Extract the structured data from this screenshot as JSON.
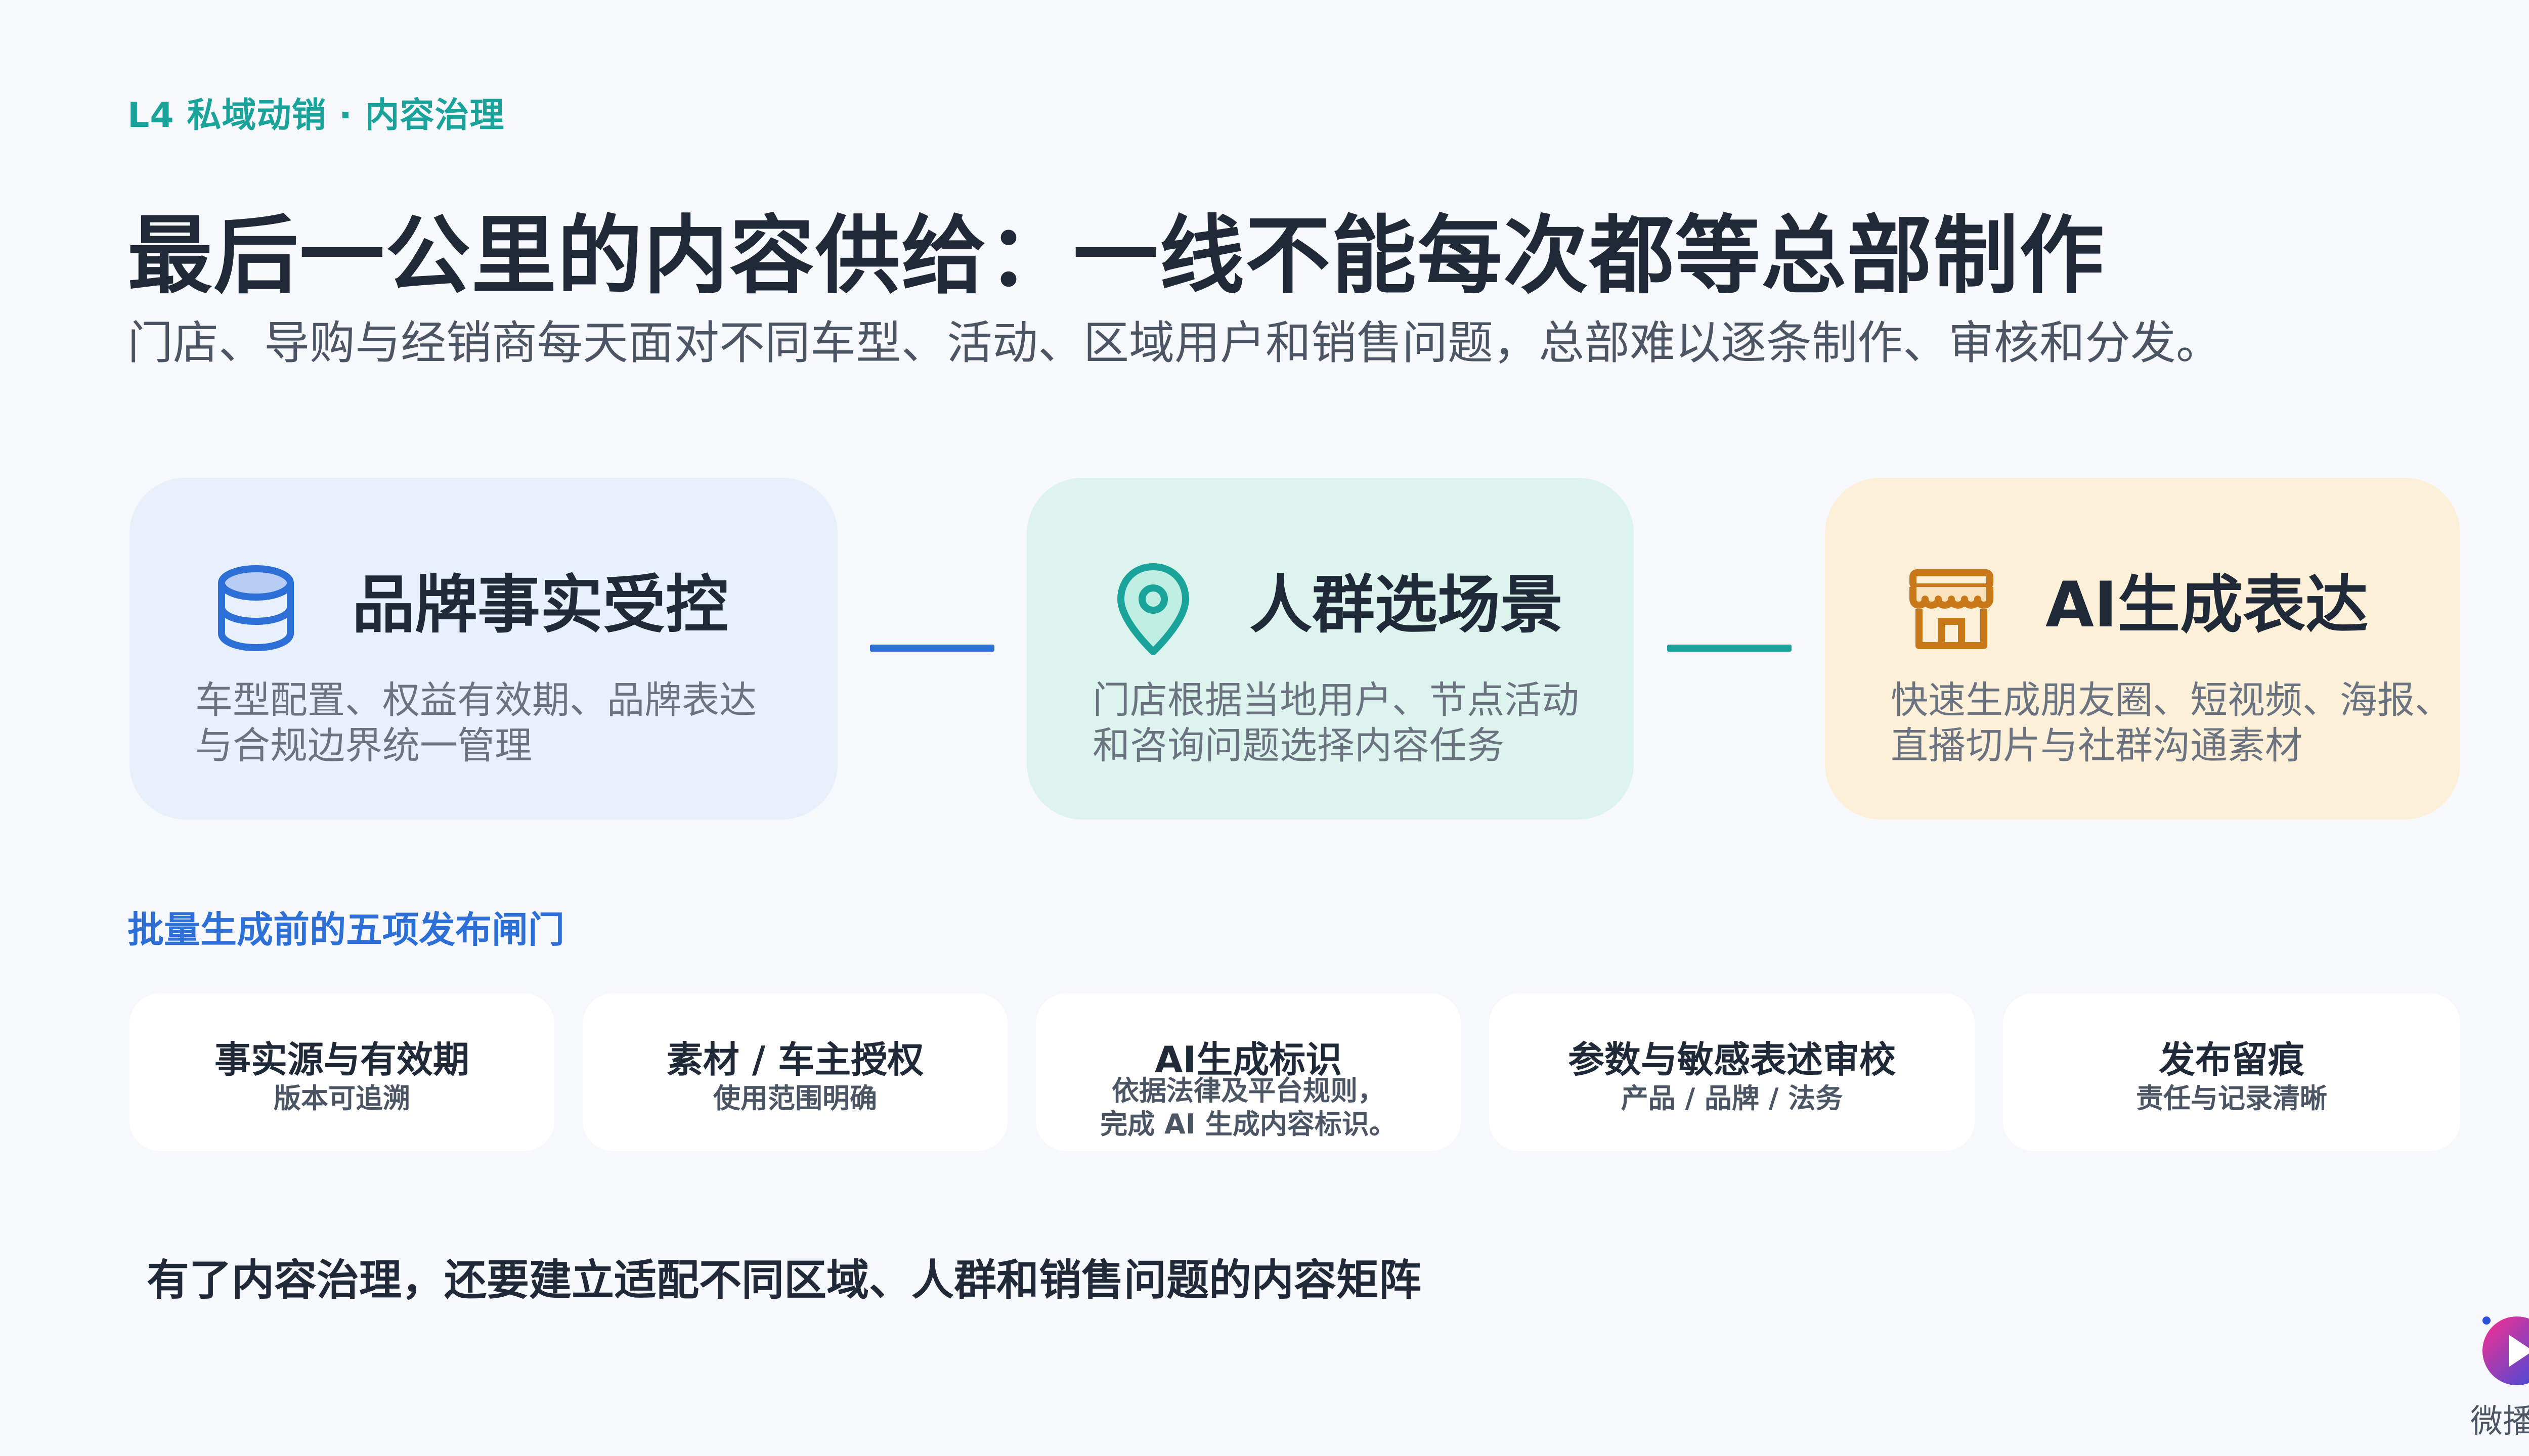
{
  "header": {
    "kicker": "L4 私域动销 · 内容治理",
    "title": "最后一公里的内容供给：一线不能每次都等总部制作",
    "subtitle": "门店、导购与经销商每天面对不同车型、活动、区域用户和销售问题，总部难以逐条制作、审核和分发。"
  },
  "cards": [
    {
      "icon": "database-icon",
      "title": "品牌事实受控",
      "desc": "车型配置、权益有效期、品牌表达\n与合规边界统一管理",
      "color": "#2c6fd6"
    },
    {
      "icon": "location-pin-icon",
      "title": "人群选场景",
      "desc": "门店根据当地用户、节点活动\n和咨询问题选择内容任务",
      "color": "#1aa39b"
    },
    {
      "icon": "storefront-icon",
      "title": "AI生成表达",
      "desc": "快速生成朋友圈、短视频、海报、\n直播切片与社群沟通素材",
      "color": "#c9791a"
    }
  ],
  "gates_section": {
    "label": "批量生成前的五项发布闸门",
    "gates": [
      {
        "title": "事实源与有效期",
        "desc": "版本可追溯"
      },
      {
        "title": "素材 / 车主授权",
        "desc": "使用范围明确"
      },
      {
        "title": "AI生成标识",
        "desc": "依据法律及平台规则，\n完成 AI 生成内容标识。"
      },
      {
        "title": "参数与敏感表述审校",
        "desc": "产品 / 品牌 / 法务"
      },
      {
        "title": "发布留痕",
        "desc": "责任与记录清晰"
      }
    ]
  },
  "footer": {
    "note": "有了内容治理，还要建立适配不同区域、人群和销售问题的内容矩阵"
  },
  "logo": {
    "text": "微播易"
  }
}
